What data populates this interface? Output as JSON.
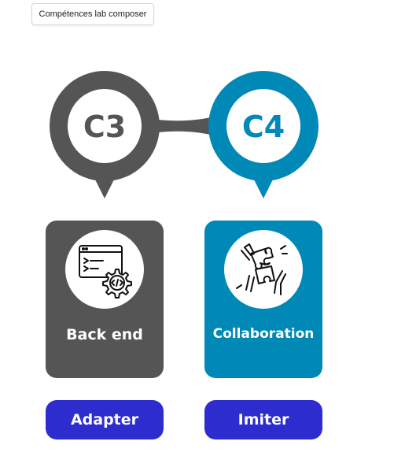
{
  "header": {
    "tag_label": "Compétences lab composer"
  },
  "colors": {
    "dark": "#555555",
    "blue": "#0089b6",
    "pill": "#2d2dcf"
  },
  "pins": [
    {
      "code": "C3",
      "color": "#555555"
    },
    {
      "code": "C4",
      "color": "#0089b6"
    }
  ],
  "cards": [
    {
      "title": "Back end",
      "icon": "code-gear-icon",
      "button": "Adapter"
    },
    {
      "title": "Collaboration",
      "icon": "puzzle-hands-icon",
      "button": "Imiter"
    }
  ]
}
